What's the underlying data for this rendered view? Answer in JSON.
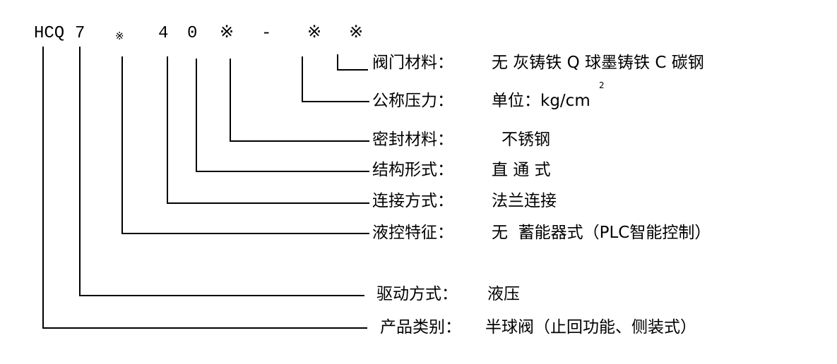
{
  "code": {
    "prefix": "HCQ",
    "drive": "7",
    "hydraulic": "※",
    "connection": "4",
    "structure": "0",
    "seal": "※",
    "dash": "-",
    "pressure": "※",
    "material": "※"
  },
  "rows": [
    {
      "label": "阀门材料：",
      "value": "无 灰铸铁 Q 球墨铸铁 C 碳钢"
    },
    {
      "label": "公称压力：",
      "value": "单位：kg/cm",
      "sup": "2"
    },
    {
      "label": "密封材料：",
      "value": "不锈钢"
    },
    {
      "label": "结构形式：",
      "value": "直 通 式"
    },
    {
      "label": "连接方式：",
      "value": "法兰连接"
    },
    {
      "label": "液控特征：",
      "value": "无  蓄能器式（PLC智能控制）"
    },
    {
      "label": "驱动方式：",
      "value": "液压"
    },
    {
      "label": "产品类别：",
      "value": "半球阀（止回功能、侧装式）"
    }
  ]
}
